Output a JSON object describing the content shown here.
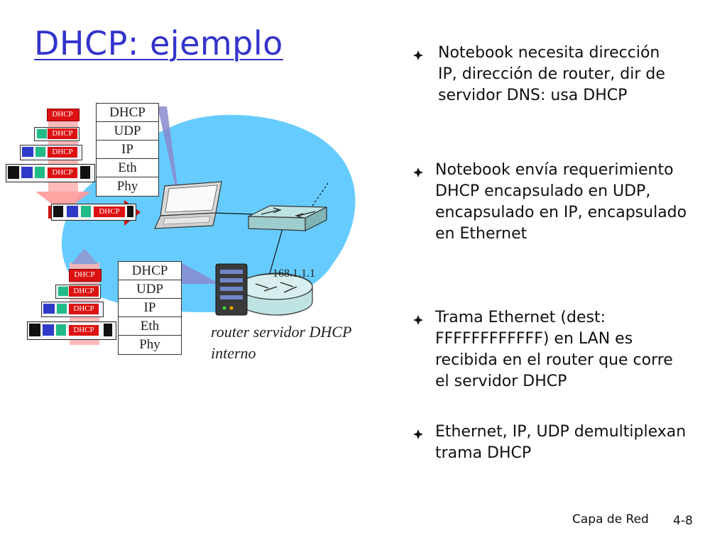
{
  "title": "DHCP: ejemplo",
  "bullets": [
    {
      "text": "Notebook necesita dirección\nIP, dirección de router, dir de\nservidor DNS: usa DHCP"
    },
    {
      "text": "Notebook envía requerimiento\nDHCP  encapsulado en UDP,\nencapsulado en IP, encapsulado\nen Ethernet"
    },
    {
      "text": "Trama Ethernet (dest:\nFFFFFFFFFFFF) en LAN es\nrecibida en el router que corre\nel servidor  DHCP"
    },
    {
      "text": "Ethernet, IP, UDP demultiplexan\ntrama DHCP"
    }
  ],
  "stack_top": [
    "DHCP",
    "UDP",
    "IP",
    "Eth",
    "Phy"
  ],
  "stack_bottom": [
    "DHCP",
    "UDP",
    "IP",
    "Eth",
    "Phy"
  ],
  "packet_label": "DHCP",
  "router_ip": "168.1.1.1",
  "router_label": "router servidor DHCP\ninterno",
  "footer": {
    "section": "Capa de Red",
    "page": "4-8"
  },
  "colors": {
    "title": "#3333cc",
    "network": "#66ccff",
    "dhcp_red": "#dd1111",
    "arrow_pink": "#ff9999",
    "arrow_blue": "#8c9fd6"
  }
}
